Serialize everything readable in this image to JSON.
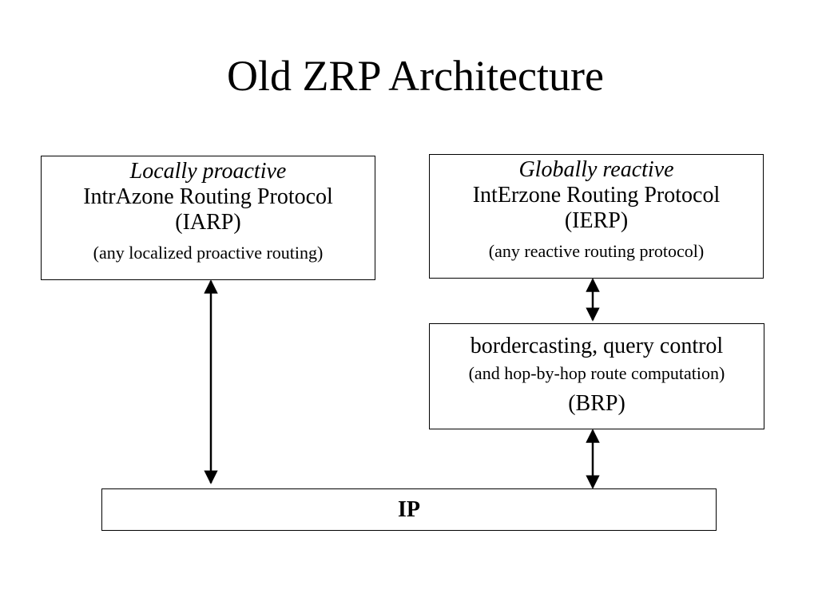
{
  "title": "Old ZRP Architecture",
  "iarp": {
    "mode": "Locally proactive",
    "name": "IntrAzone Routing Protocol",
    "abbr": "(IARP)",
    "note": "(any localized proactive routing)"
  },
  "ierp": {
    "mode": "Globally reactive",
    "name": "IntErzone Routing Protocol",
    "abbr": "(IERP)",
    "note": "(any reactive routing protocol)"
  },
  "brp": {
    "name": "bordercasting, query control",
    "note": "(and hop-by-hop route computation)",
    "abbr": "(BRP)"
  },
  "ip": {
    "label": "IP"
  }
}
